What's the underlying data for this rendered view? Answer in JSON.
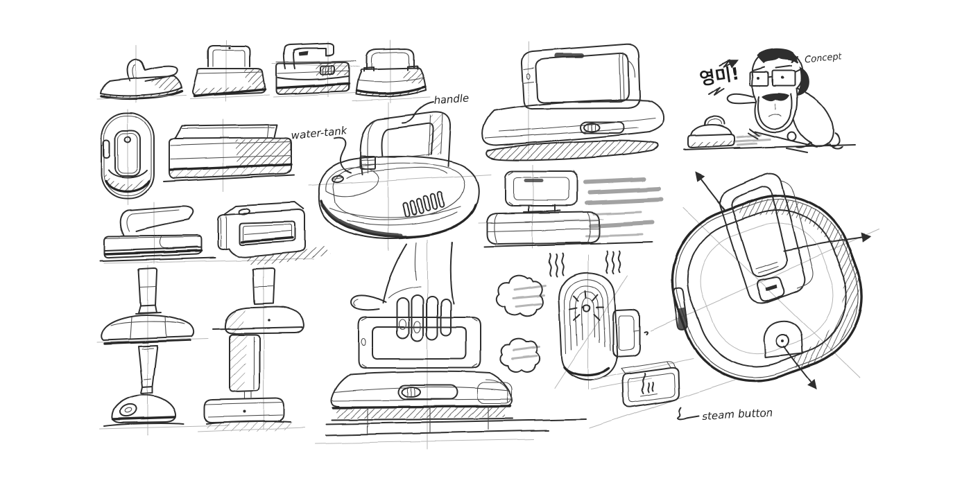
{
  "palette": {
    "background": "#ffffff",
    "ink": "#2d2d2d",
    "construction_line": "#b5b5b5",
    "shading": "#4a4a4a"
  },
  "annotations": {
    "yeongmi": "영미!",
    "concept": "Concept",
    "handle": "handle",
    "water_tank": "water-tank",
    "steam_button": "steam button"
  }
}
